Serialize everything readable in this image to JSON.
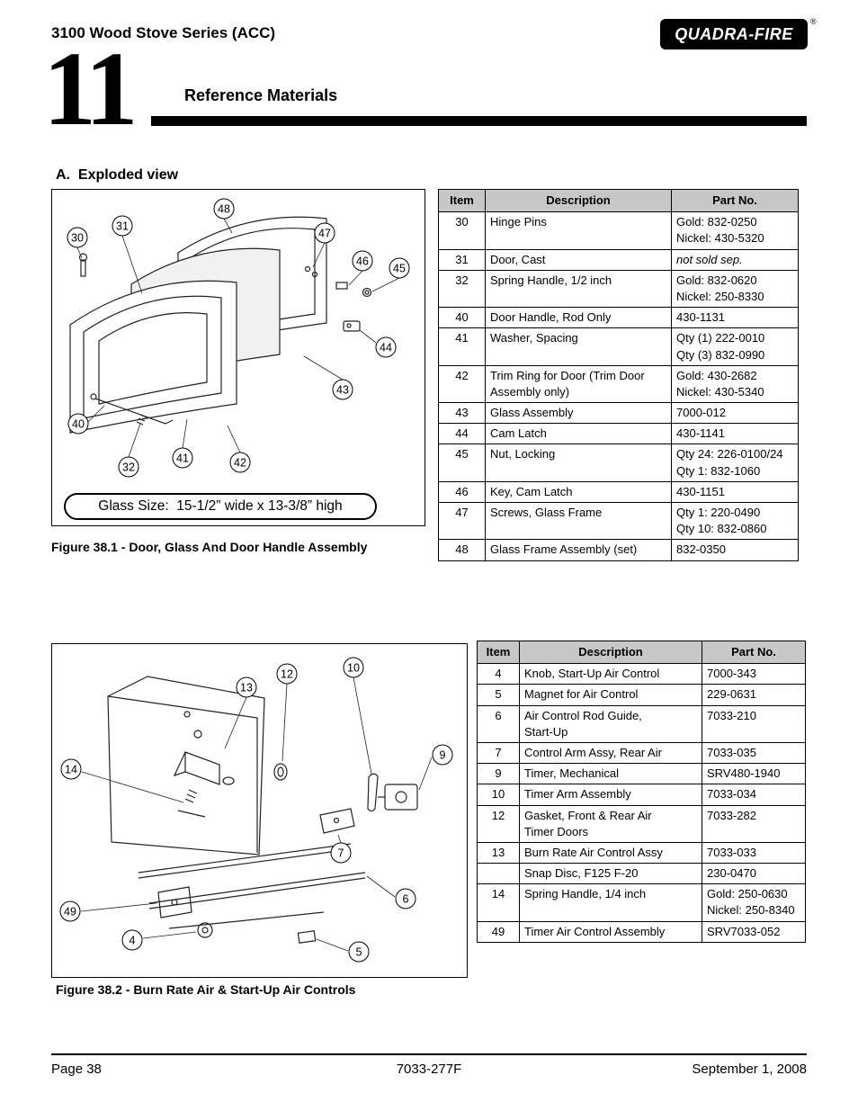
{
  "header": {
    "series_title": "3100 Wood Stove Series (ACC)",
    "brand": "QUADRA-FIRE",
    "registered_mark": "®",
    "chapter_number": "11",
    "chapter_title": "Reference Materials"
  },
  "section_a": {
    "heading": "A.  Exploded view",
    "figure1": {
      "glass_size_note": "Glass Size:  15-1/2” wide x 13-3/8” high",
      "caption": "Figure 38.1 - Door, Glass And Door Handle Assembly",
      "callouts": [
        "30",
        "31",
        "48",
        "47",
        "46",
        "45",
        "44",
        "43",
        "42",
        "41",
        "40",
        "32"
      ]
    },
    "parts_table": {
      "headers": [
        "Item",
        "Description",
        "Part No."
      ],
      "rows": [
        {
          "item": "30",
          "description": "Hinge Pins",
          "part_no": "Gold: 832-0250\nNickel: 430-5320"
        },
        {
          "item": "31",
          "description": "Door, Cast",
          "part_no": "not sold sep."
        },
        {
          "item": "32",
          "description": "Spring Handle, 1/2 inch",
          "part_no": "Gold: 832-0620\nNickel: 250-8330"
        },
        {
          "item": "40",
          "description": "Door Handle, Rod Only",
          "part_no": "430-1131"
        },
        {
          "item": "41",
          "description": "Washer, Spacing",
          "part_no": "Qty (1) 222-0010\nQty (3) 832-0990"
        },
        {
          "item": "42",
          "description": "Trim Ring for Door (Trim Door\nAssembly only)",
          "part_no": "Gold: 430-2682\nNickel: 430-5340"
        },
        {
          "item": "43",
          "description": "Glass Assembly",
          "part_no": "7000-012"
        },
        {
          "item": "44",
          "description": "Cam Latch",
          "part_no": "430-1141"
        },
        {
          "item": "45",
          "description": "Nut, Locking",
          "part_no": "Qty 24: 226-0100/24\nQty 1:  832-1060"
        },
        {
          "item": "46",
          "description": "Key, Cam Latch",
          "part_no": "430-1151"
        },
        {
          "item": "47",
          "description": "Screws, Glass Frame",
          "part_no": "Qty 1:  220-0490\nQty 10:  832-0860"
        },
        {
          "item": "48",
          "description": "Glass Frame Assembly (set)",
          "part_no": "832-0350"
        }
      ]
    }
  },
  "section_b": {
    "figure2": {
      "caption": "Figure 38.2 - Burn Rate Air & Start-Up Air Controls",
      "callouts": [
        "13",
        "12",
        "10",
        "9",
        "14",
        "7",
        "6",
        "49",
        "4",
        "5"
      ]
    },
    "parts_table": {
      "headers": [
        "Item",
        "Description",
        "Part No."
      ],
      "rows": [
        {
          "item": "4",
          "description": "Knob, Start-Up Air Control",
          "part_no": "7000-343"
        },
        {
          "item": "5",
          "description": "Magnet for Air Control",
          "part_no": "229-0631"
        },
        {
          "item": "6",
          "description": "Air Control Rod Guide,\nStart-Up",
          "part_no": "7033-210"
        },
        {
          "item": "7",
          "description": "Control Arm Assy, Rear Air",
          "part_no": "7033-035"
        },
        {
          "item": "9",
          "description": "Timer, Mechanical",
          "part_no": "SRV480-1940"
        },
        {
          "item": "10",
          "description": "Timer Arm Assembly",
          "part_no": "7033-034"
        },
        {
          "item": "12",
          "description": "Gasket, Front & Rear Air\nTimer Doors",
          "part_no": "7033-282"
        },
        {
          "item": "13",
          "description": "Burn Rate Air Control Assy",
          "part_no": "7033-033"
        },
        {
          "item": "",
          "description": "Snap Disc, F125 F-20",
          "part_no": "230-0470"
        },
        {
          "item": "14",
          "description": "Spring Handle, 1/4 inch",
          "part_no": "Gold: 250-0630\nNickel: 250-8340"
        },
        {
          "item": "49",
          "description": "Timer Air Control Assembly",
          "part_no": "SRV7033-052"
        }
      ]
    }
  },
  "footer": {
    "page_label": "Page 38",
    "document_number": "7033-277F",
    "date": "September 1, 2008"
  }
}
